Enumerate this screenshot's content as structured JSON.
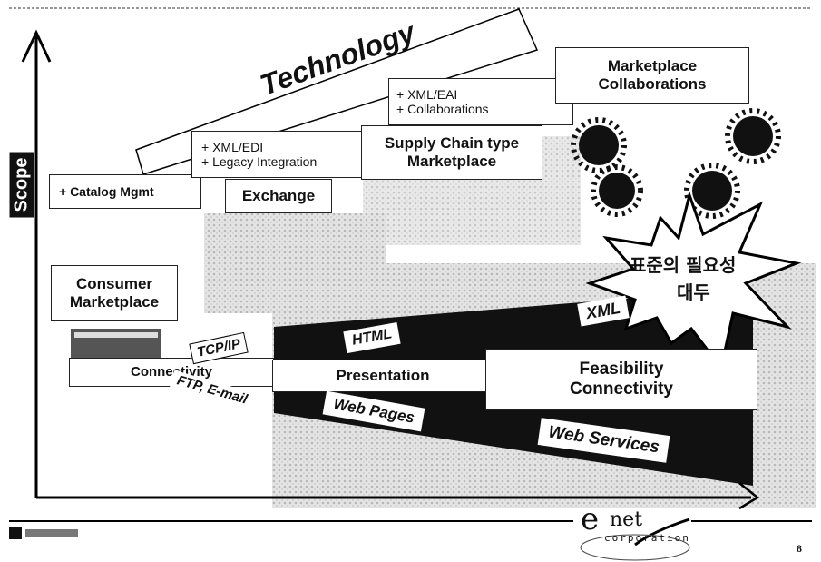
{
  "axis": {
    "y_label": "Scope"
  },
  "technology_label": "Technology",
  "stage_notes": {
    "catalog": "+ Catalog Mgmt",
    "xml_edi": "+ XML/EDI",
    "legacy": "+ Legacy Integration",
    "xml_eai": "+ XML/EAI",
    "collaborations": "+ Collaborations"
  },
  "marketplaces": {
    "consumer_line1": "Consumer",
    "consumer_line2": "Marketplace",
    "exchange": "Exchange",
    "supply_chain_line1": "Supply Chain type",
    "supply_chain_line2": "Marketplace",
    "collaborations_line1": "Marketplace",
    "collaborations_line2": "Collaborations"
  },
  "burst": {
    "line1": "표준의 필요성",
    "line2": "대두"
  },
  "layers": {
    "tcpip": "TCP/IP",
    "connectivity": "Connectivity",
    "ftp": "FTP, E-mail",
    "html": "HTML",
    "presentation": "Presentation",
    "web_pages": "Web Pages",
    "xml": "XML",
    "feasibility": "Feasibility",
    "feasibility_connectivity": "Connectivity",
    "web_services": "Web Services"
  },
  "footer": {
    "logo_e": "e",
    "logo_net": "net",
    "logo_corp": "corporation",
    "page_number": "8"
  },
  "colors": {
    "dark": "#111111",
    "texture": "#d4d4d4",
    "accent": "#1a1a1a"
  }
}
